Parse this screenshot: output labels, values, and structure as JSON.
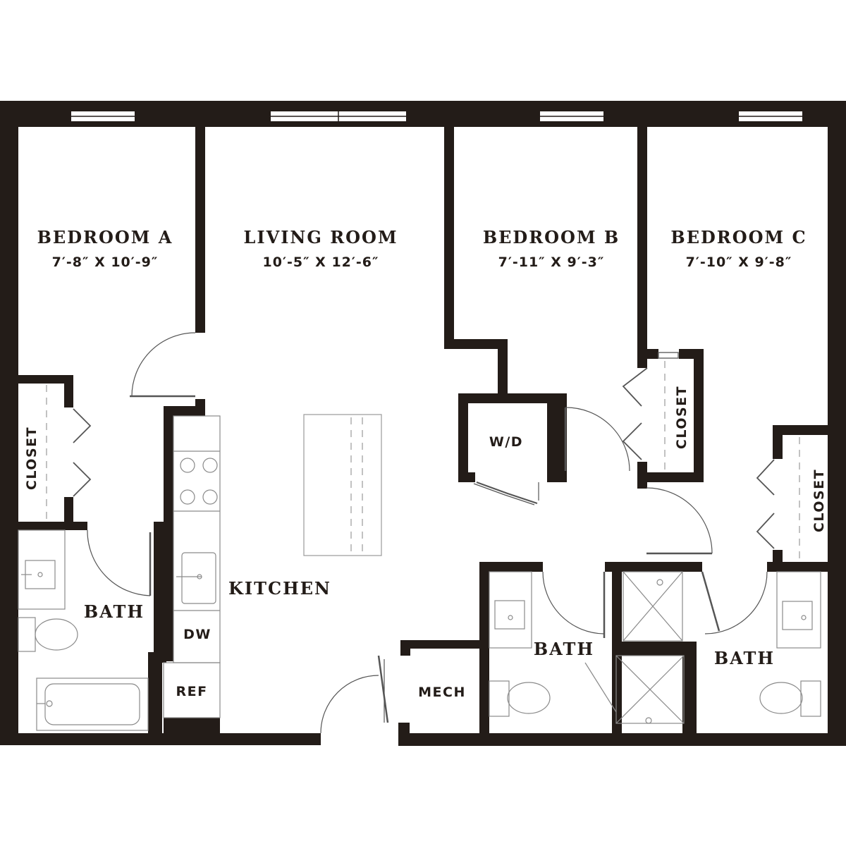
{
  "rooms": {
    "bedroom_a": {
      "name": "BEDROOM A",
      "dims": "7′-8″ X 10′-9″"
    },
    "living_room": {
      "name": "LIVING ROOM",
      "dims": "10′-5″ X 12′-6″"
    },
    "bedroom_b": {
      "name": "BEDROOM B",
      "dims": "7′-11″ X 9′-3″"
    },
    "bedroom_c": {
      "name": "BEDROOM C",
      "dims": "7′-10″ X 9′-8″"
    },
    "kitchen": {
      "name": "KITCHEN"
    },
    "bath_a": {
      "name": "BATH"
    },
    "bath_b": {
      "name": "BATH"
    },
    "bath_c": {
      "name": "BATH"
    },
    "mech": {
      "name": "MECH"
    }
  },
  "labels": {
    "closet_a": "CLOSET",
    "closet_b": "CLOSET",
    "closet_c": "CLOSET",
    "washer_dryer": "W/D",
    "dishwasher": "DW",
    "refrigerator": "REF"
  },
  "colors": {
    "wall": "#231c18",
    "background": "#ffffff"
  }
}
